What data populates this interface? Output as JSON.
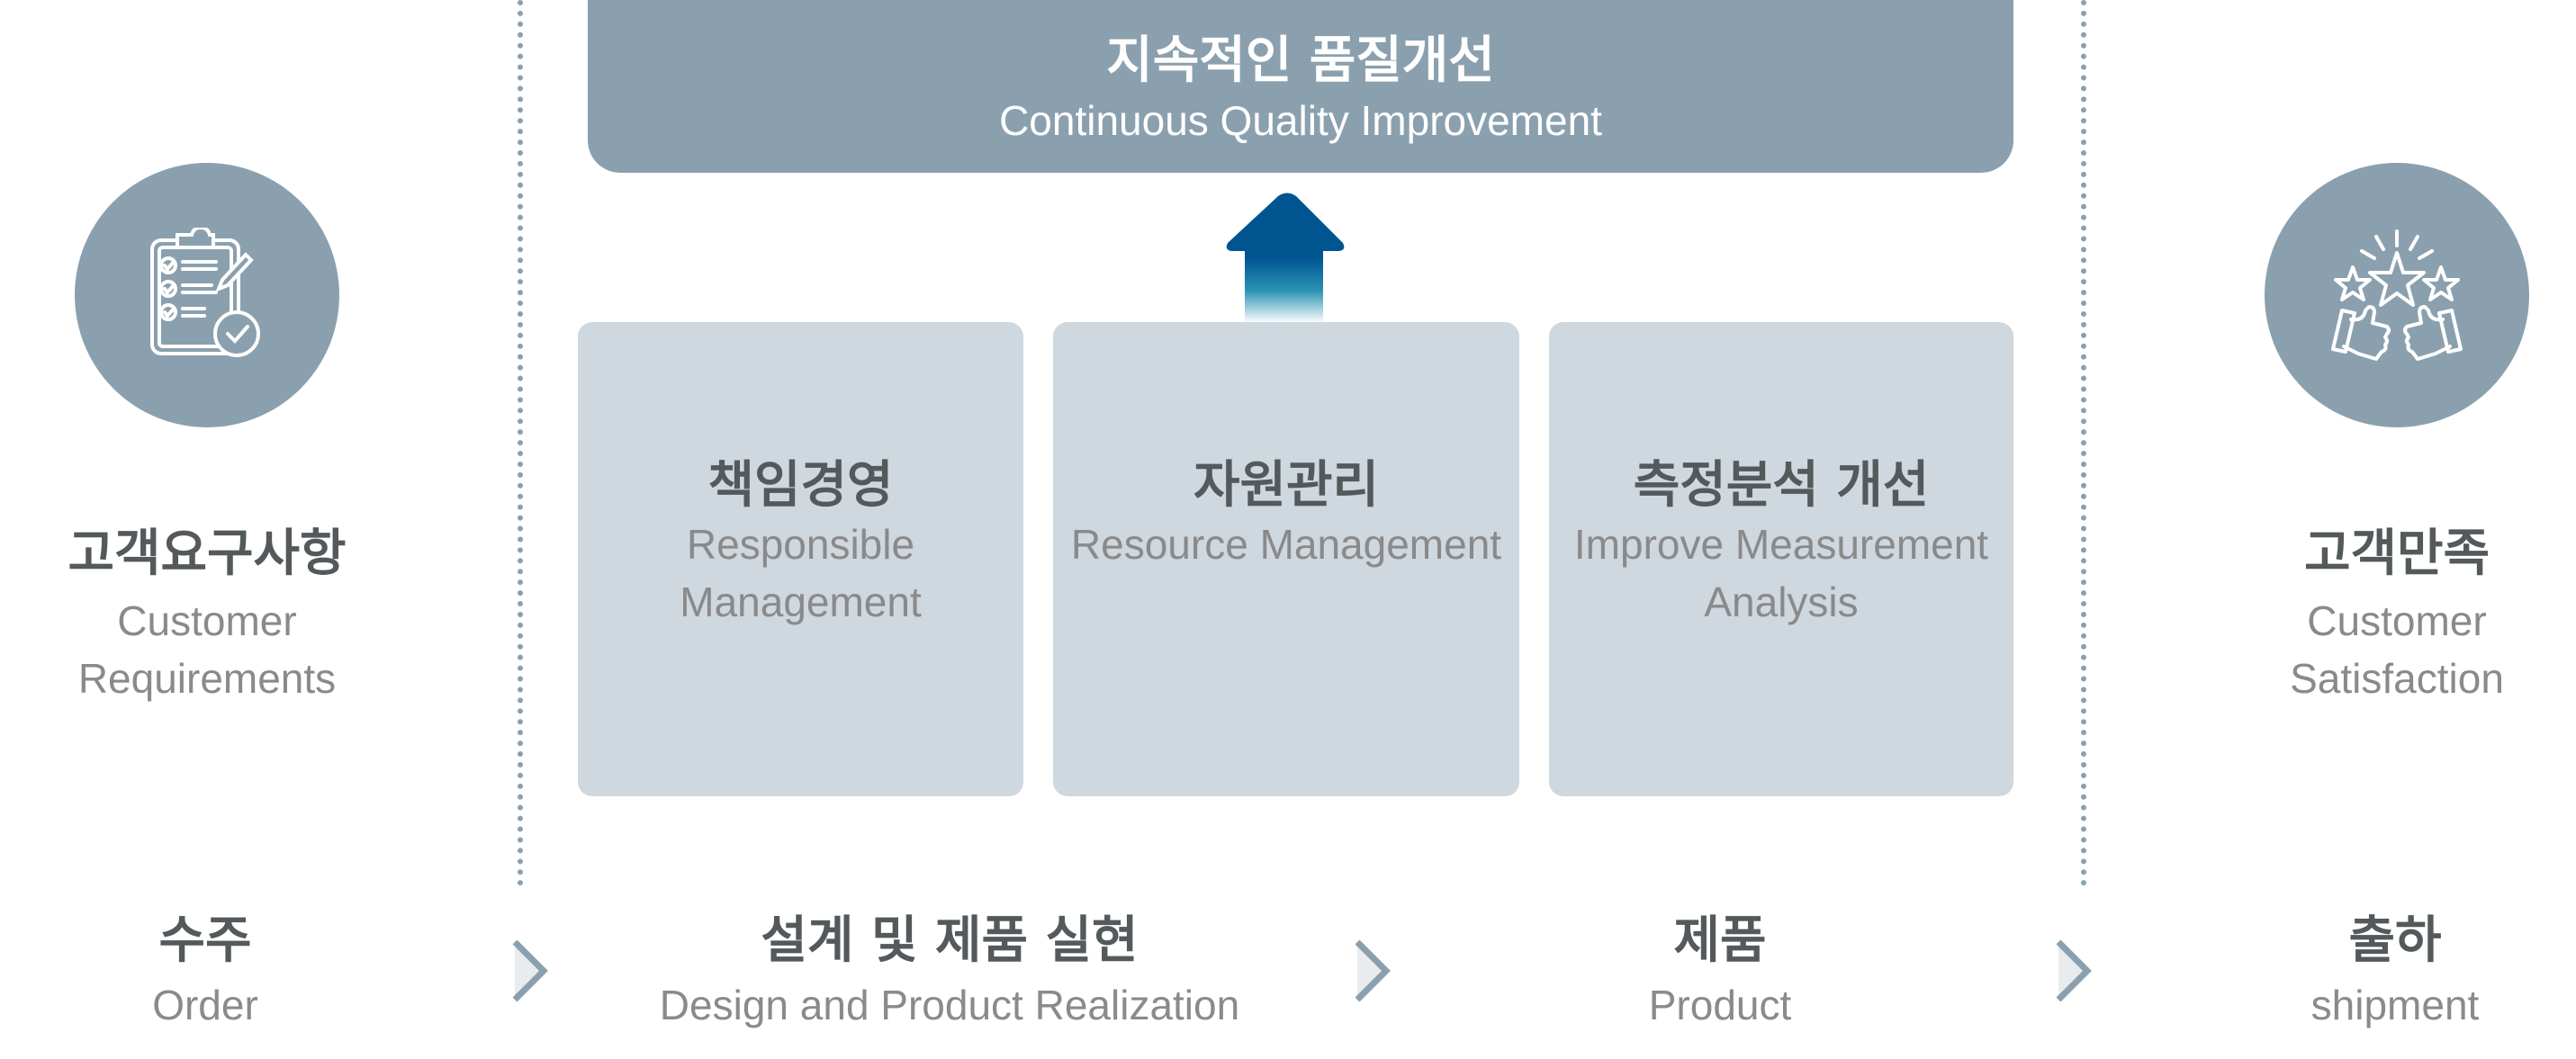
{
  "top": {
    "title_ko": "지속적인 품질개선",
    "title_en": "Continuous Quality Improvement"
  },
  "left": {
    "title_ko": "고객요구사항",
    "title_en_1": "Customer",
    "title_en_2": "Requirements",
    "icon": "clipboard-checklist-icon"
  },
  "right": {
    "title_ko": "고객만족",
    "title_en_1": "Customer",
    "title_en_2": "Satisfaction",
    "icon": "thumbs-up-stars-icon"
  },
  "boxes": [
    {
      "ko": "책임경영",
      "en_1": "Responsible",
      "en_2": "Management"
    },
    {
      "ko": "자원관리",
      "en_1": "Resource Management",
      "en_2": ""
    },
    {
      "ko": "측정분석 개선",
      "en_1": "Improve Measurement",
      "en_2": "Analysis"
    }
  ],
  "steps": [
    {
      "ko": "수주",
      "en": "Order"
    },
    {
      "ko": "설계 및 제품 실현",
      "en": "Design and Product Realization"
    },
    {
      "ko": "제품",
      "en": "Product"
    },
    {
      "ko": "출하",
      "en": "shipment"
    }
  ],
  "colors": {
    "accent": "#8ba0ae",
    "box": "#cfd7df",
    "arrow": "#005591",
    "text": "#54595b",
    "subtext": "#8a8a8a"
  }
}
